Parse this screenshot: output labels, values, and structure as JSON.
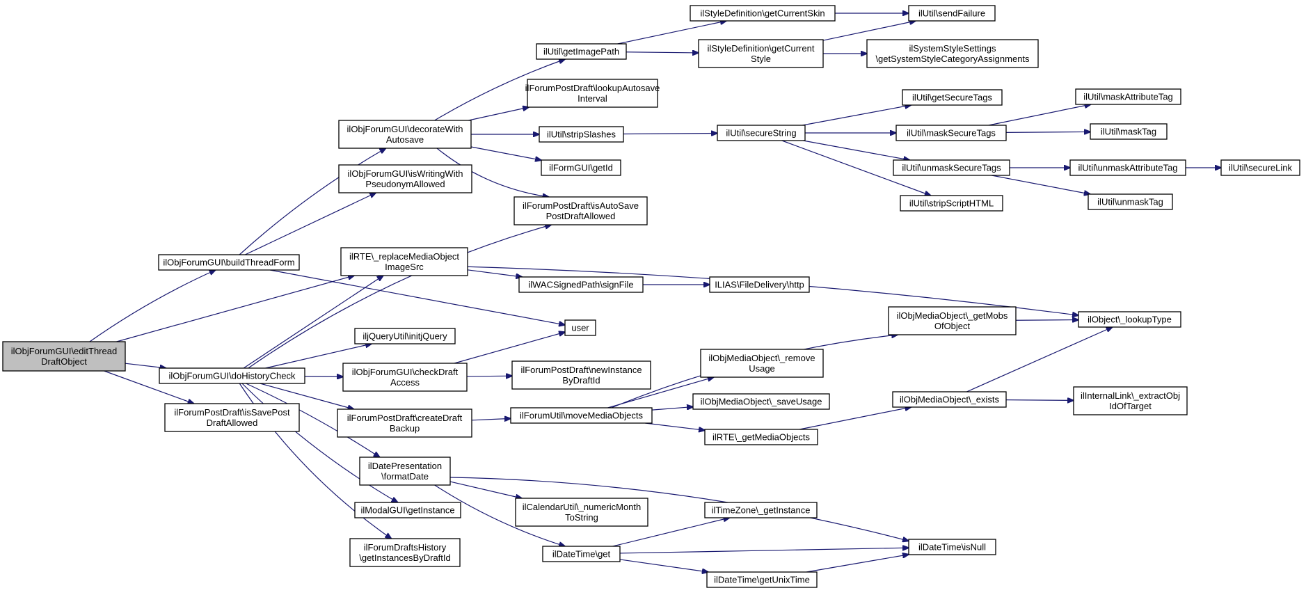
{
  "nodes": [
    {
      "id": "root",
      "lines": [
        "ilObjForumGUI\\editThread",
        "DraftObject"
      ]
    },
    {
      "id": "buildThreadForm",
      "lines": [
        "ilObjForumGUI\\buildThreadForm"
      ]
    },
    {
      "id": "doHistoryCheck",
      "lines": [
        "ilObjForumGUI\\doHistoryCheck"
      ]
    },
    {
      "id": "isSavePost",
      "lines": [
        "ilForumPostDraft\\isSavePost",
        "DraftAllowed"
      ]
    },
    {
      "id": "decorateWithAutosave",
      "lines": [
        "ilObjForumGUI\\decorateWith",
        "Autosave"
      ]
    },
    {
      "id": "isWritingWithPseudonym",
      "lines": [
        "ilObjForumGUI\\isWritingWith",
        "PseudonymAllowed"
      ]
    },
    {
      "id": "replaceMediaObject",
      "lines": [
        "ilRTE\\_replaceMediaObject",
        "ImageSrc"
      ]
    },
    {
      "id": "initjQuery",
      "lines": [
        "iljQueryUtil\\initjQuery"
      ]
    },
    {
      "id": "checkDraftAccess",
      "lines": [
        "ilObjForumGUI\\checkDraft",
        "Access"
      ]
    },
    {
      "id": "createDraftBackup",
      "lines": [
        "ilForumPostDraft\\createDraft",
        "Backup"
      ]
    },
    {
      "id": "formatDate",
      "lines": [
        "ilDatePresentation",
        "\\formatDate"
      ]
    },
    {
      "id": "modalGetInstance",
      "lines": [
        "ilModalGUI\\getInstance"
      ]
    },
    {
      "id": "draftsHistory",
      "lines": [
        "ilForumDraftsHistory",
        "\\getInstancesByDraftId"
      ]
    },
    {
      "id": "getImagePath",
      "lines": [
        "ilUtil\\getImagePath"
      ]
    },
    {
      "id": "lookupAutosave",
      "lines": [
        "ilForumPostDraft\\lookupAutosave",
        "Interval"
      ]
    },
    {
      "id": "stripSlashes",
      "lines": [
        "ilUtil\\stripSlashes"
      ]
    },
    {
      "id": "formGetId",
      "lines": [
        "ilFormGUI\\getId"
      ]
    },
    {
      "id": "isAutoSave",
      "lines": [
        "ilForumPostDraft\\isAutoSave",
        "PostDraftAllowed"
      ]
    },
    {
      "id": "signFile",
      "lines": [
        "ilWACSignedPath\\signFile"
      ]
    },
    {
      "id": "user",
      "lines": [
        "user"
      ]
    },
    {
      "id": "newInstance",
      "lines": [
        "ilForumPostDraft\\newInstance",
        "ByDraftId"
      ]
    },
    {
      "id": "moveMediaObjects",
      "lines": [
        "ilForumUtil\\moveMediaObjects"
      ]
    },
    {
      "id": "numericMonth",
      "lines": [
        "ilCalendarUtil\\_numericMonth",
        "ToString"
      ]
    },
    {
      "id": "dateTimeGet",
      "lines": [
        "ilDateTime\\get"
      ]
    },
    {
      "id": "getCurrentSkin",
      "lines": [
        "ilStyleDefinition\\getCurrentSkin"
      ]
    },
    {
      "id": "getCurrentStyle",
      "lines": [
        "ilStyleDefinition\\getCurrent",
        "Style"
      ]
    },
    {
      "id": "secureString",
      "lines": [
        "ilUtil\\secureString"
      ]
    },
    {
      "id": "fileDelivery",
      "lines": [
        "ILIAS\\FileDelivery\\http"
      ]
    },
    {
      "id": "getMobs",
      "lines": [
        "ilObjMediaObject\\_getMobs",
        "OfObject"
      ]
    },
    {
      "id": "removeUsage",
      "lines": [
        "ilObjMediaObject\\_remove",
        "Usage"
      ]
    },
    {
      "id": "saveUsage",
      "lines": [
        "ilObjMediaObject\\_saveUsage"
      ]
    },
    {
      "id": "getMediaObjects",
      "lines": [
        "ilRTE\\_getMediaObjects"
      ]
    },
    {
      "id": "tzGetInstance",
      "lines": [
        "ilTimeZone\\_getInstance"
      ]
    },
    {
      "id": "getUnixTime",
      "lines": [
        "ilDateTime\\getUnixTime"
      ]
    },
    {
      "id": "sendFailure",
      "lines": [
        "ilUtil\\sendFailure"
      ]
    },
    {
      "id": "systemStyle",
      "lines": [
        "ilSystemStyleSettings",
        "\\getSystemStyleCategoryAssignments"
      ]
    },
    {
      "id": "getSecureTags",
      "lines": [
        "ilUtil\\getSecureTags"
      ]
    },
    {
      "id": "maskSecureTags",
      "lines": [
        "ilUtil\\maskSecureTags"
      ]
    },
    {
      "id": "unmaskSecureTags",
      "lines": [
        "ilUtil\\unmaskSecureTags"
      ]
    },
    {
      "id": "stripScriptHTML",
      "lines": [
        "ilUtil\\stripScriptHTML"
      ]
    },
    {
      "id": "objExists",
      "lines": [
        "ilObjMediaObject\\_exists"
      ]
    },
    {
      "id": "isNull",
      "lines": [
        "ilDateTime\\isNull"
      ]
    },
    {
      "id": "lookupType",
      "lines": [
        "ilObject\\_lookupType"
      ]
    },
    {
      "id": "maskAttributeTag",
      "lines": [
        "ilUtil\\maskAttributeTag"
      ]
    },
    {
      "id": "maskTag",
      "lines": [
        "ilUtil\\maskTag"
      ]
    },
    {
      "id": "unmaskAttributeTag",
      "lines": [
        "ilUtil\\unmaskAttributeTag"
      ]
    },
    {
      "id": "unmaskTag",
      "lines": [
        "ilUtil\\unmaskTag"
      ]
    },
    {
      "id": "extractObjId",
      "lines": [
        "ilInternalLink\\_extractObj",
        "IdOfTarget"
      ]
    },
    {
      "id": "secureLink",
      "lines": [
        "ilUtil\\secureLink"
      ]
    }
  ],
  "edges": [
    [
      "root",
      "buildThreadForm"
    ],
    [
      "root",
      "doHistoryCheck"
    ],
    [
      "root",
      "isSavePost"
    ],
    [
      "root",
      "replaceMediaObject"
    ],
    [
      "buildThreadForm",
      "decorateWithAutosave"
    ],
    [
      "buildThreadForm",
      "isWritingWithPseudonym"
    ],
    [
      "buildThreadForm",
      "user"
    ],
    [
      "doHistoryCheck",
      "replaceMediaObject"
    ],
    [
      "doHistoryCheck",
      "isAutoSave"
    ],
    [
      "doHistoryCheck",
      "initjQuery"
    ],
    [
      "doHistoryCheck",
      "checkDraftAccess"
    ],
    [
      "doHistoryCheck",
      "createDraftBackup"
    ],
    [
      "doHistoryCheck",
      "formatDate"
    ],
    [
      "doHistoryCheck",
      "modalGetInstance"
    ],
    [
      "doHistoryCheck",
      "draftsHistory"
    ],
    [
      "decorateWithAutosave",
      "getImagePath"
    ],
    [
      "decorateWithAutosave",
      "lookupAutosave"
    ],
    [
      "decorateWithAutosave",
      "stripSlashes"
    ],
    [
      "decorateWithAutosave",
      "formGetId"
    ],
    [
      "decorateWithAutosave",
      "isAutoSave"
    ],
    [
      "replaceMediaObject",
      "signFile"
    ],
    [
      "replaceMediaObject",
      "lookupType"
    ],
    [
      "checkDraftAccess",
      "user"
    ],
    [
      "checkDraftAccess",
      "newInstance"
    ],
    [
      "createDraftBackup",
      "moveMediaObjects"
    ],
    [
      "formatDate",
      "numericMonth"
    ],
    [
      "formatDate",
      "dateTimeGet"
    ],
    [
      "formatDate",
      "isNull"
    ],
    [
      "getImagePath",
      "getCurrentSkin"
    ],
    [
      "getImagePath",
      "getCurrentStyle"
    ],
    [
      "getCurrentSkin",
      "sendFailure"
    ],
    [
      "getCurrentStyle",
      "sendFailure"
    ],
    [
      "getCurrentStyle",
      "systemStyle"
    ],
    [
      "stripSlashes",
      "secureString"
    ],
    [
      "signFile",
      "fileDelivery"
    ],
    [
      "moveMediaObjects",
      "getMobs"
    ],
    [
      "moveMediaObjects",
      "removeUsage"
    ],
    [
      "moveMediaObjects",
      "saveUsage"
    ],
    [
      "moveMediaObjects",
      "getMediaObjects"
    ],
    [
      "dateTimeGet",
      "tzGetInstance"
    ],
    [
      "dateTimeGet",
      "isNull"
    ],
    [
      "dateTimeGet",
      "getUnixTime"
    ],
    [
      "getUnixTime",
      "isNull"
    ],
    [
      "secureString",
      "getSecureTags"
    ],
    [
      "secureString",
      "maskSecureTags"
    ],
    [
      "secureString",
      "unmaskSecureTags"
    ],
    [
      "secureString",
      "stripScriptHTML"
    ],
    [
      "maskSecureTags",
      "maskAttributeTag"
    ],
    [
      "maskSecureTags",
      "maskTag"
    ],
    [
      "unmaskSecureTags",
      "unmaskAttributeTag"
    ],
    [
      "unmaskSecureTags",
      "unmaskTag"
    ],
    [
      "unmaskAttributeTag",
      "secureLink"
    ],
    [
      "getMobs",
      "lookupType"
    ],
    [
      "getMediaObjects",
      "objExists"
    ],
    [
      "objExists",
      "lookupType"
    ],
    [
      "objExists",
      "extractObjId"
    ]
  ]
}
